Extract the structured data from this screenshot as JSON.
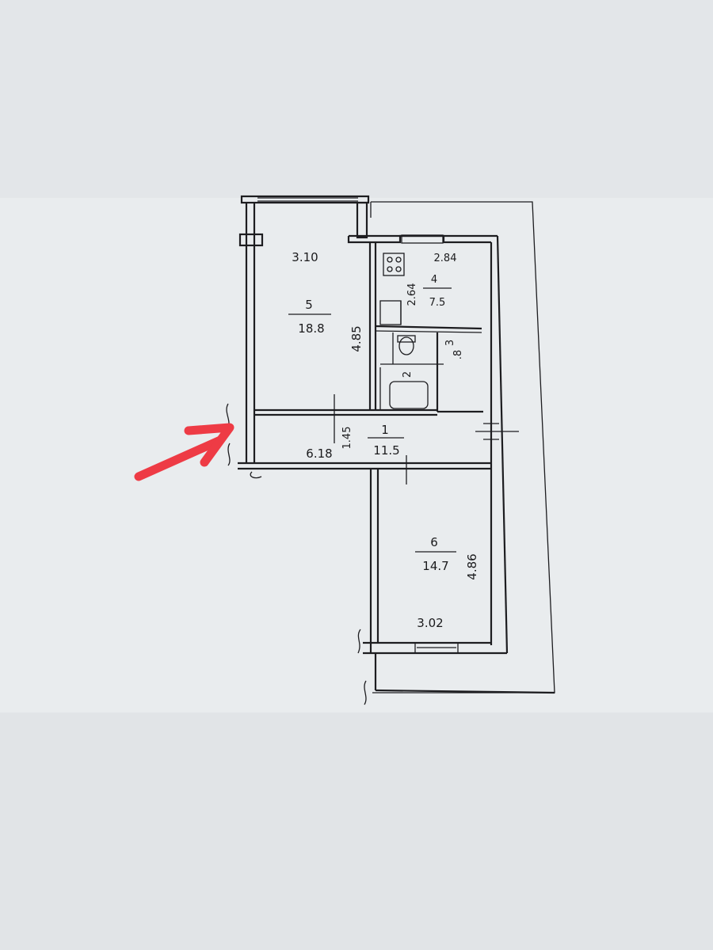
{
  "colors": {
    "paper": "#e9ecee",
    "ink": "#1d1d20",
    "arrow": "#ee3b45"
  },
  "rooms": {
    "room_5": {
      "number": "5",
      "area": "18.8",
      "width": "3.10",
      "length": "4.85"
    },
    "room_4": {
      "number": "4",
      "area": "7.5",
      "width": "2.84",
      "length": "2.64"
    },
    "room_3": {
      "number": "3",
      "area": ".8"
    },
    "room_2": {
      "number": "2"
    },
    "room_1": {
      "number": "1",
      "area": "11.5",
      "length": "6.18",
      "width": "1.45"
    },
    "room_6": {
      "number": "6",
      "area": "14.7",
      "width": "3.02",
      "length": "4.86"
    }
  },
  "annotation": {
    "icon": "red-arrow-icon"
  }
}
